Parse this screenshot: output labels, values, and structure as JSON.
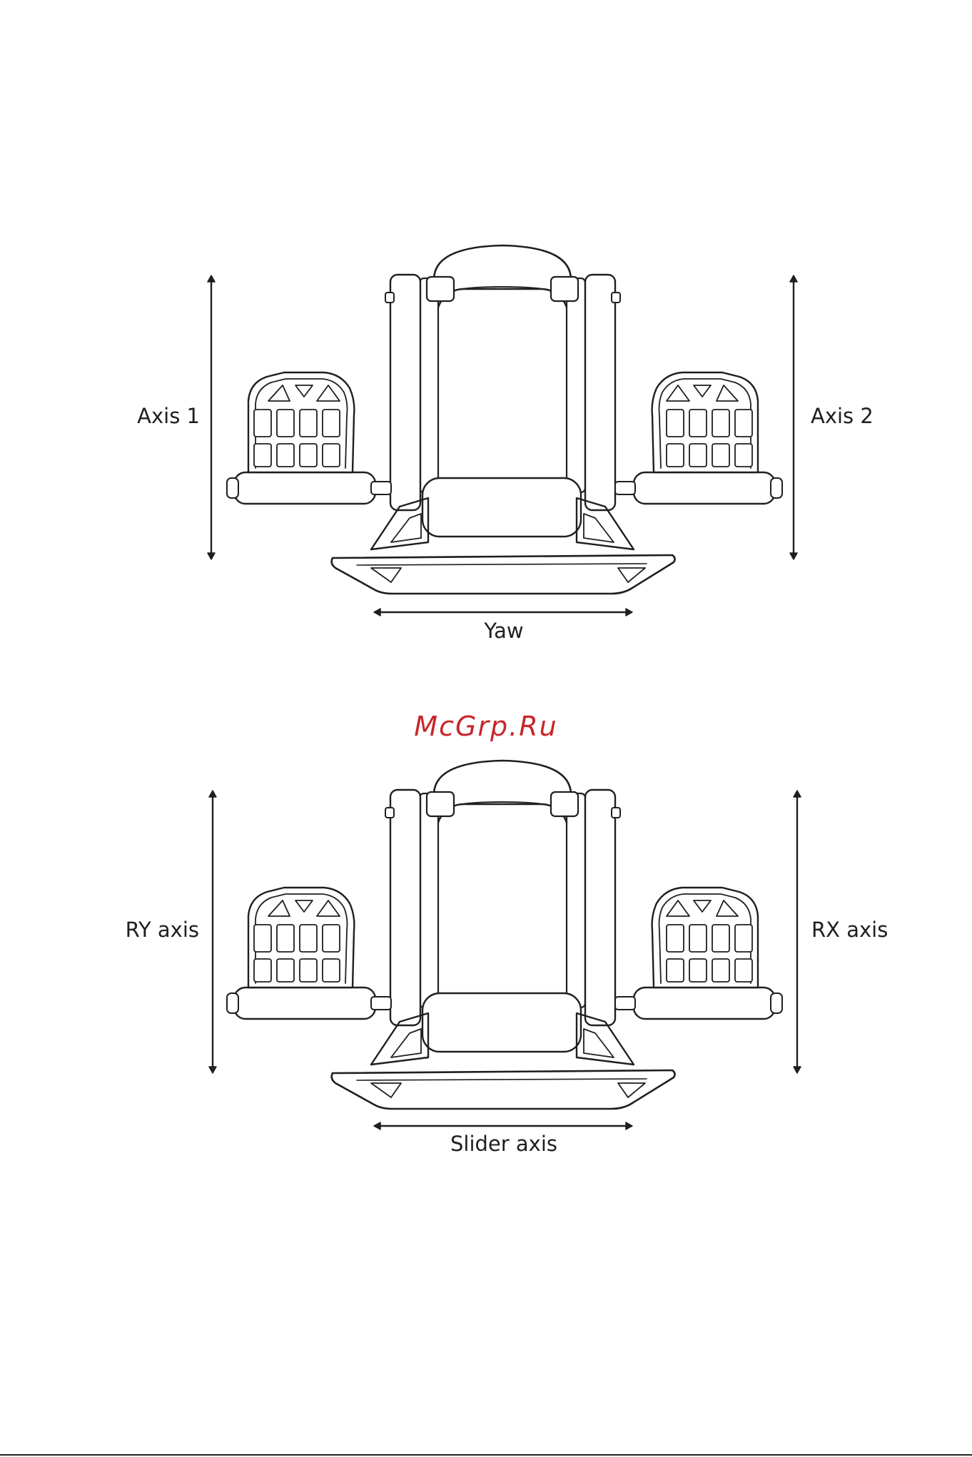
{
  "watermark": "McGrp.Ru",
  "diagrams": [
    {
      "left_label": "Axis 1",
      "right_label": "Axis 2",
      "bottom_label": "Yaw"
    },
    {
      "left_label": "RY axis",
      "right_label": "RX axis",
      "bottom_label": "Slider axis"
    }
  ],
  "colors": {
    "line": "#1f1f1f",
    "watermark": "#c8262b",
    "background": "#ffffff"
  },
  "icons": {
    "pedal_device": "rudder-pedals-illustration",
    "vertical_arrow": "double-headed-vertical-arrow",
    "horizontal_arrow": "double-headed-horizontal-arrow"
  }
}
